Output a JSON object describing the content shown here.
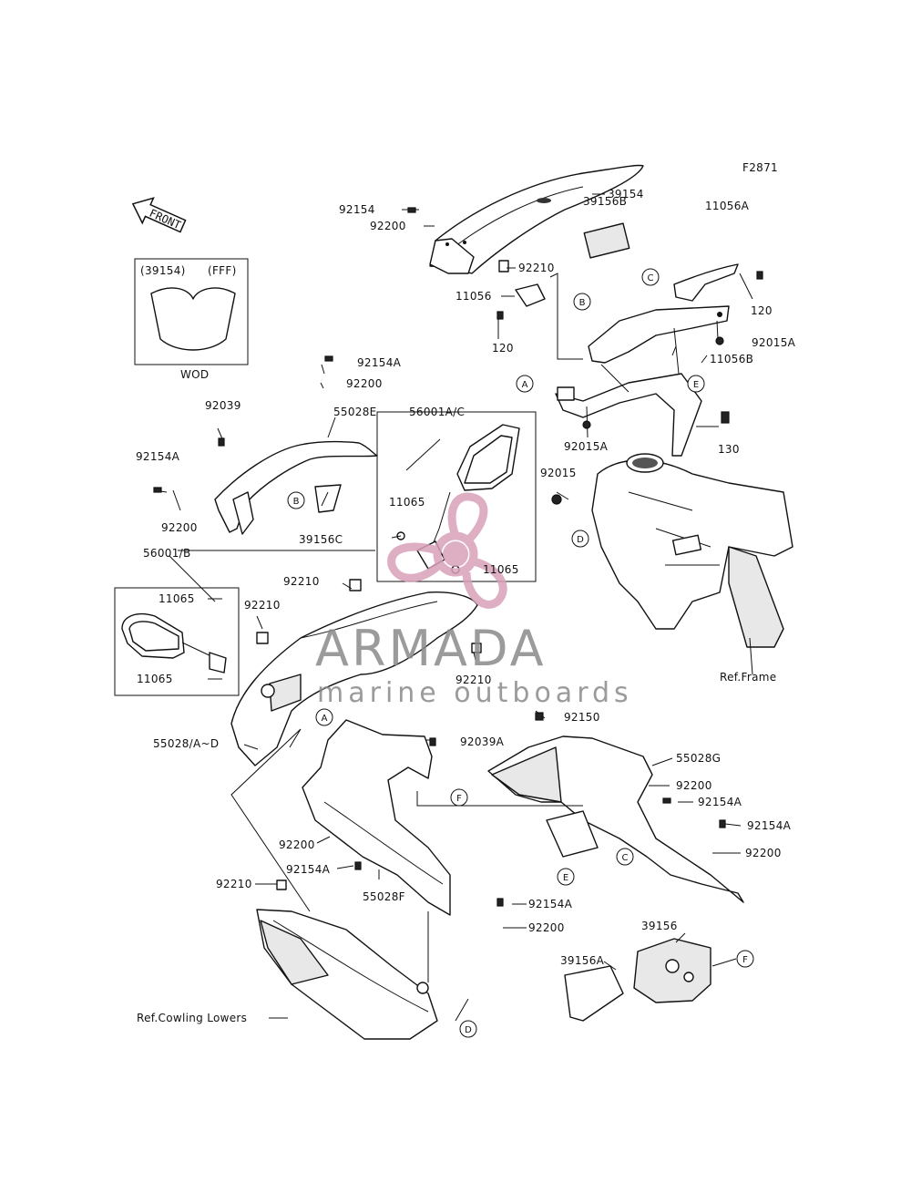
{
  "figure_code": "F2871",
  "front_label": "FRONT",
  "inset_top": {
    "left": "(39154)",
    "right": "(FFF)",
    "caption": "WOD"
  },
  "parts": {
    "p39154": "39154",
    "p92154_top": "92154",
    "p92200_top": "92200",
    "p39156B": "39156B",
    "p11056A": "11056A",
    "p92210_top": "92210",
    "p11056": "11056",
    "p120_left": "120",
    "p120_right": "120",
    "p92015A_right": "92015A",
    "p11056B": "11056B",
    "p92015A_center": "92015A",
    "p130": "130",
    "p92015": "92015",
    "ref_frame": "Ref.Frame",
    "p92154A_top": "92154A",
    "p92200_mid": "92200",
    "p92039": "92039",
    "p55028E": "55028E",
    "p56001AC": "56001A/C",
    "p92154A_left": "92154A",
    "p11065_a": "11065",
    "p92200_left": "92200",
    "p39156C": "39156C",
    "p11065_b": "11065",
    "p56001B": "56001/B",
    "p92210_mid": "92210",
    "p11065_c": "11065",
    "p92210_left": "92210",
    "p92210_low": "92210",
    "p11065_d": "11065",
    "p92150": "92150",
    "p55028AD": "55028/A~D",
    "p92039A": "92039A",
    "p55028G": "55028G",
    "p92200_r1": "92200",
    "p92154A_r1": "92154A",
    "p92154A_r2": "92154A",
    "p92200_r2": "92200",
    "p92200_bl": "92200",
    "p92154A_bl": "92154A",
    "p55028F": "55028F",
    "p92210_bl": "92210",
    "p92154A_bc": "92154A",
    "p92200_bc": "92200",
    "p39156": "39156",
    "p39156A": "39156A",
    "ref_cowling": "Ref.Cowling Lowers"
  },
  "refs": {
    "A": "A",
    "B": "B",
    "C": "C",
    "D": "D",
    "E": "E",
    "F": "F"
  },
  "watermark": {
    "brand": "ARMADA",
    "tagline": "marine outboards",
    "color_logo": "#d9a0b8",
    "color_text": "#8a8a8a"
  }
}
